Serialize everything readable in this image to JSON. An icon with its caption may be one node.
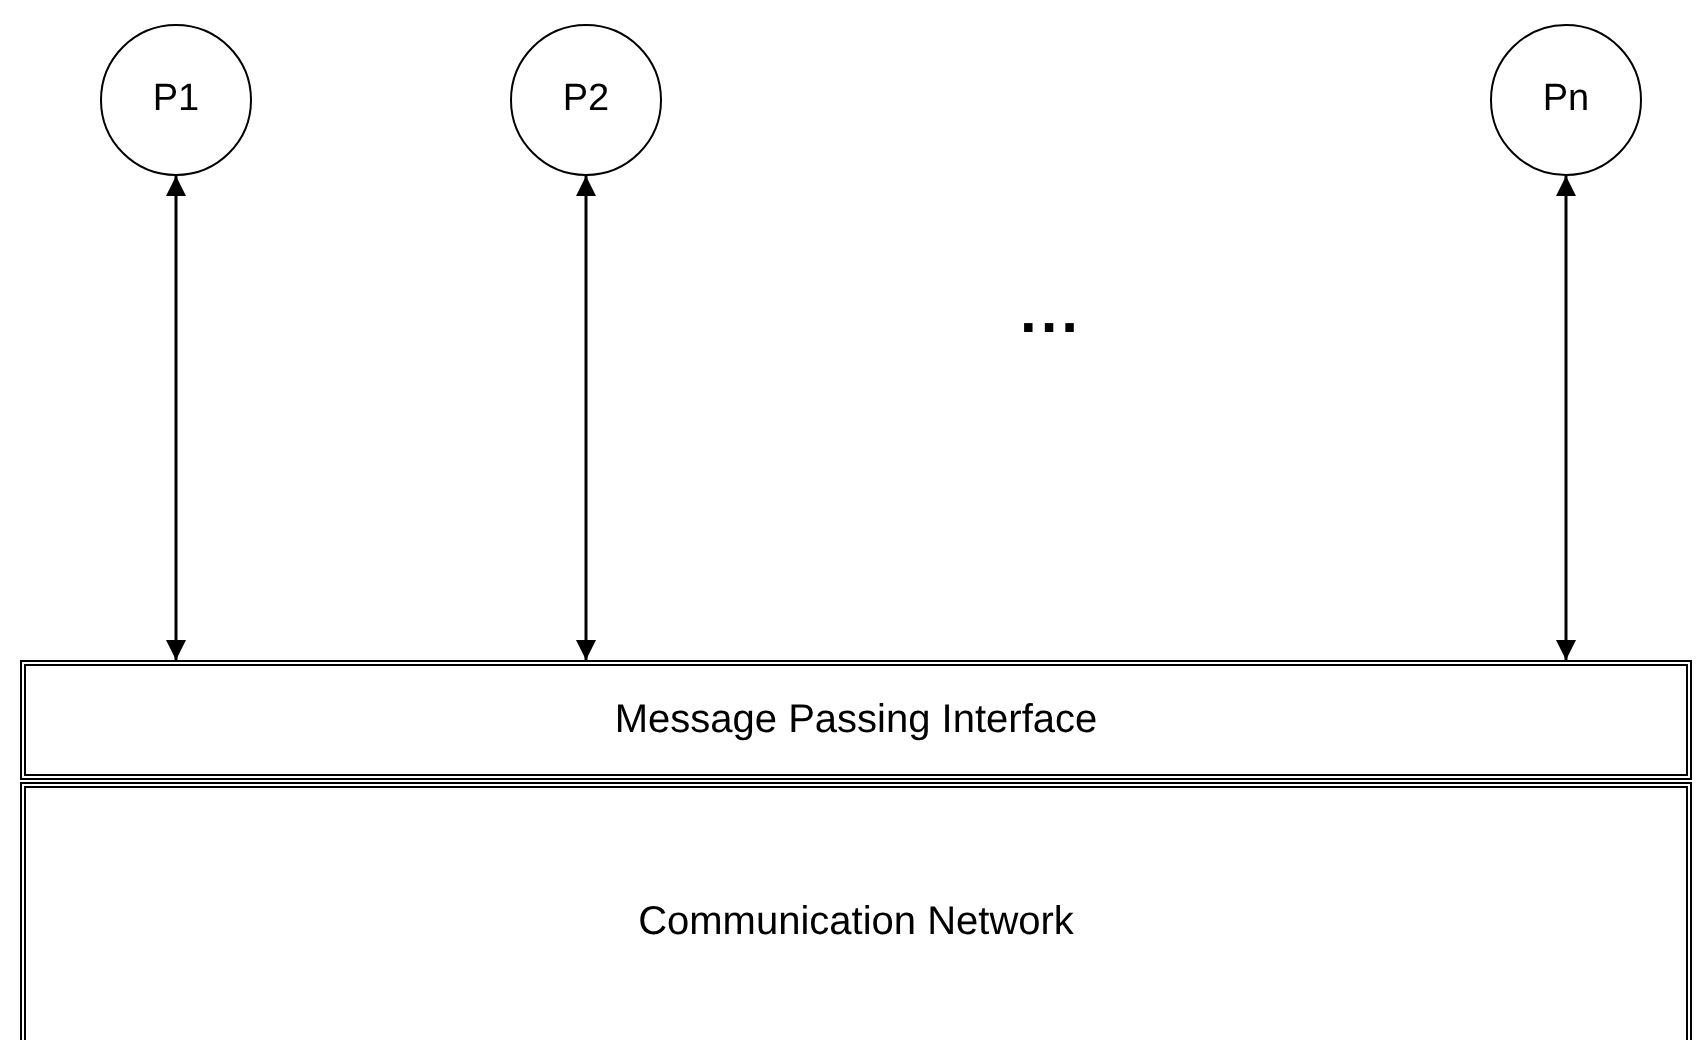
{
  "diagram": {
    "nodes": [
      {
        "text": [
          "P1"
        ]
      },
      {
        "text": [
          "P2"
        ]
      },
      {
        "text": [
          "Pn"
        ]
      },
      {
        "text": [
          "Message Passing Interface"
        ]
      },
      {
        "text": [
          "Communication Network"
        ]
      }
    ],
    "edges": [
      {
        "from": 0,
        "to": 3,
        "arrow": "both"
      },
      {
        "from": 1,
        "to": 3,
        "arrow": "both"
      },
      {
        "from": 2,
        "to": 3,
        "arrow": "both"
      }
    ],
    "labels": [
      "..."
    ]
  }
}
